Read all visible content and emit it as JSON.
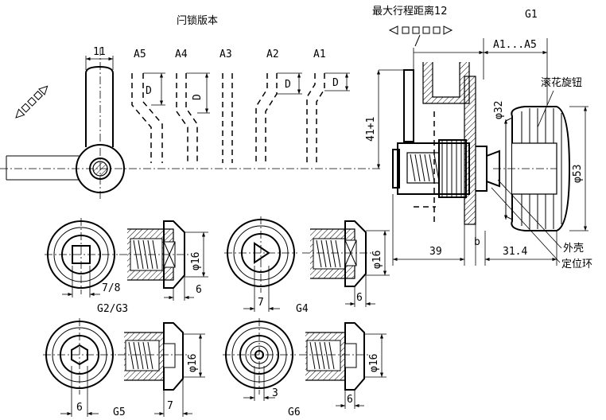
{
  "labels": {
    "lock_versions": "闩锁版本",
    "max_travel": "最大行程距离12",
    "g1": "G1",
    "a_range": "A1...A5",
    "knurled_knob": "滚花旋钮",
    "outer_shell": "外壳",
    "positioning_ring": "定位环",
    "a5": "A5",
    "a4": "A4",
    "a3": "A3",
    "a2": "A2",
    "a1": "A1",
    "d": "D",
    "dim_11": "11",
    "dim_41": "41+1",
    "dim_phi32": "φ32",
    "dim_phi53": "φ53",
    "dim_39": "39",
    "dim_b": "b",
    "dim_314": "31.4",
    "g2g3": "G2/G3",
    "dim_78": "7/8",
    "dim_6_g2": "6",
    "phi16": "φ16",
    "g4": "G4",
    "dim_7_g4": "7",
    "dim_6_g4": "6",
    "g5": "G5",
    "dim_6_g5": "6",
    "dim_7_g5": "7",
    "g6": "G6",
    "dim_3_g6": "3",
    "dim_6_g6": "6"
  }
}
